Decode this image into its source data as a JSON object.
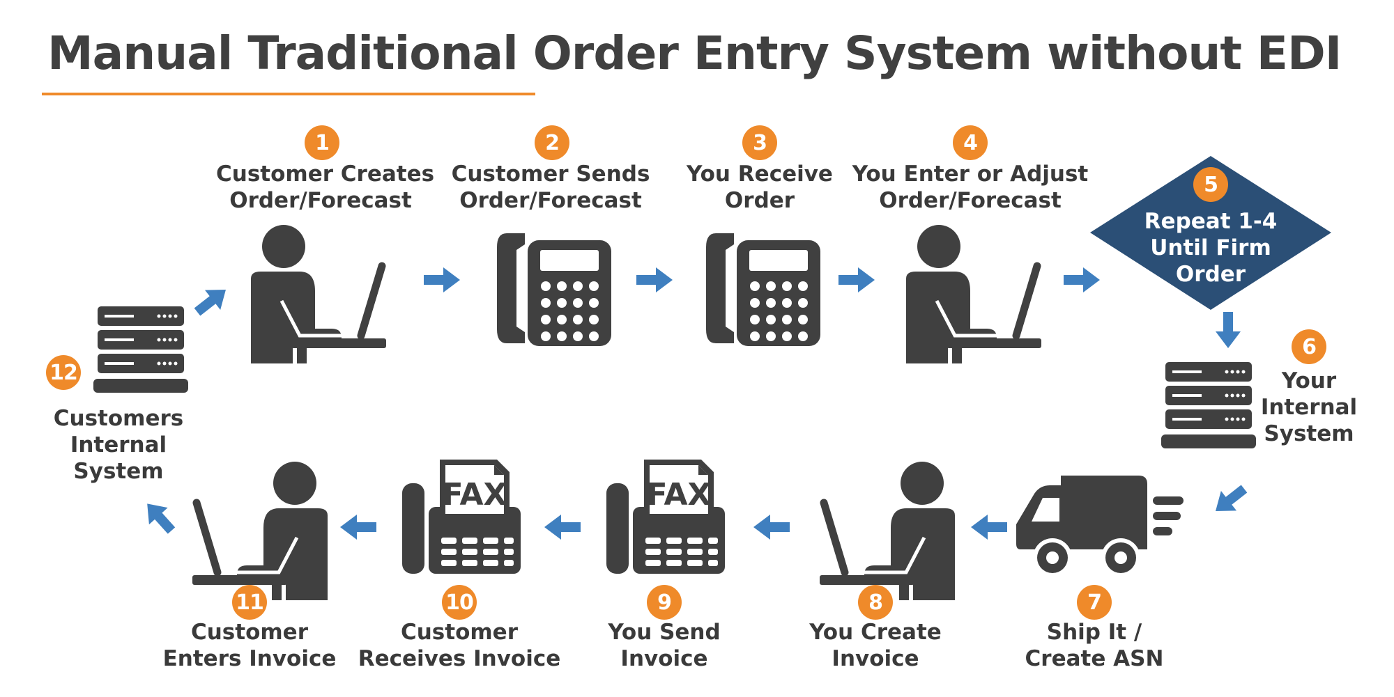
{
  "title": "Manual Traditional Order Entry System without EDI",
  "colors": {
    "accent": "#ef8a2a",
    "arrow": "#3f7fbf",
    "icon": "#404040",
    "diamond": "#2b4f76"
  },
  "steps": [
    {
      "num": "1",
      "lines": [
        "Customer Creates",
        "Order/Forecast"
      ],
      "icon": "person-laptop-icon"
    },
    {
      "num": "2",
      "lines": [
        "Customer Sends",
        "Order/Forecast"
      ],
      "icon": "phone-icon"
    },
    {
      "num": "3",
      "lines": [
        "You Receive",
        "Order"
      ],
      "icon": "phone-icon"
    },
    {
      "num": "4",
      "lines": [
        "You Enter or Adjust",
        "Order/Forecast"
      ],
      "icon": "person-laptop-icon"
    },
    {
      "num": "5",
      "lines": [
        "Repeat 1-4",
        "Until Firm",
        "Order"
      ],
      "icon": "decision-diamond"
    },
    {
      "num": "6",
      "lines": [
        "Your",
        "Internal",
        "System"
      ],
      "icon": "server-icon"
    },
    {
      "num": "7",
      "lines": [
        "Ship It /",
        "Create ASN"
      ],
      "icon": "truck-icon"
    },
    {
      "num": "8",
      "lines": [
        "You Create",
        "Invoice"
      ],
      "icon": "person-laptop-icon"
    },
    {
      "num": "9",
      "lines": [
        "You Send",
        "Invoice"
      ],
      "icon": "fax-icon"
    },
    {
      "num": "10",
      "lines": [
        "Customer",
        "Receives Invoice"
      ],
      "icon": "fax-icon"
    },
    {
      "num": "11",
      "lines": [
        "Customer",
        "Enters Invoice"
      ],
      "icon": "person-laptop-icon"
    },
    {
      "num": "12",
      "lines": [
        "Customers",
        "Internal",
        "System"
      ],
      "icon": "server-icon"
    }
  ],
  "fax_text": "FAX"
}
